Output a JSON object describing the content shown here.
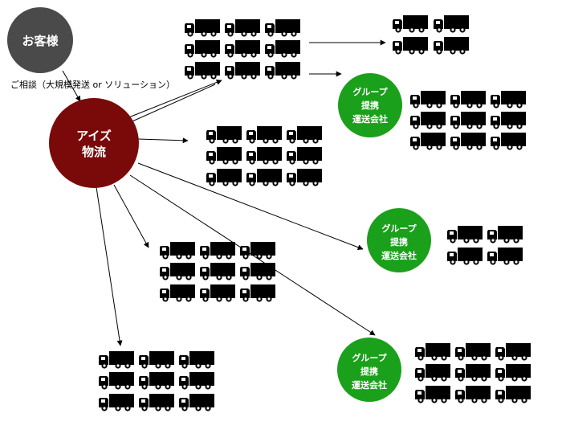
{
  "nodes": {
    "customer": {
      "label": "お客様",
      "color": "#4a4a4a"
    },
    "izu": {
      "lines": [
        "アイズ",
        "物流"
      ],
      "color": "#7a0a0a"
    },
    "partner_1": {
      "lines": [
        "グループ",
        "提携",
        "運送会社"
      ],
      "color": "#1aa01a"
    },
    "partner_2": {
      "lines": [
        "グループ",
        "提携",
        "運送会社"
      ],
      "color": "#1aa01a"
    },
    "partner_3": {
      "lines": [
        "グループ",
        "提携",
        "運送会社"
      ],
      "color": "#1aa01a"
    }
  },
  "edge_labels": {
    "consultation": "ご相談（大規模発送 or ソリューション）"
  },
  "colors": {
    "truck": "#000000",
    "arrow": "#000000",
    "node_text": "#ffffff"
  }
}
